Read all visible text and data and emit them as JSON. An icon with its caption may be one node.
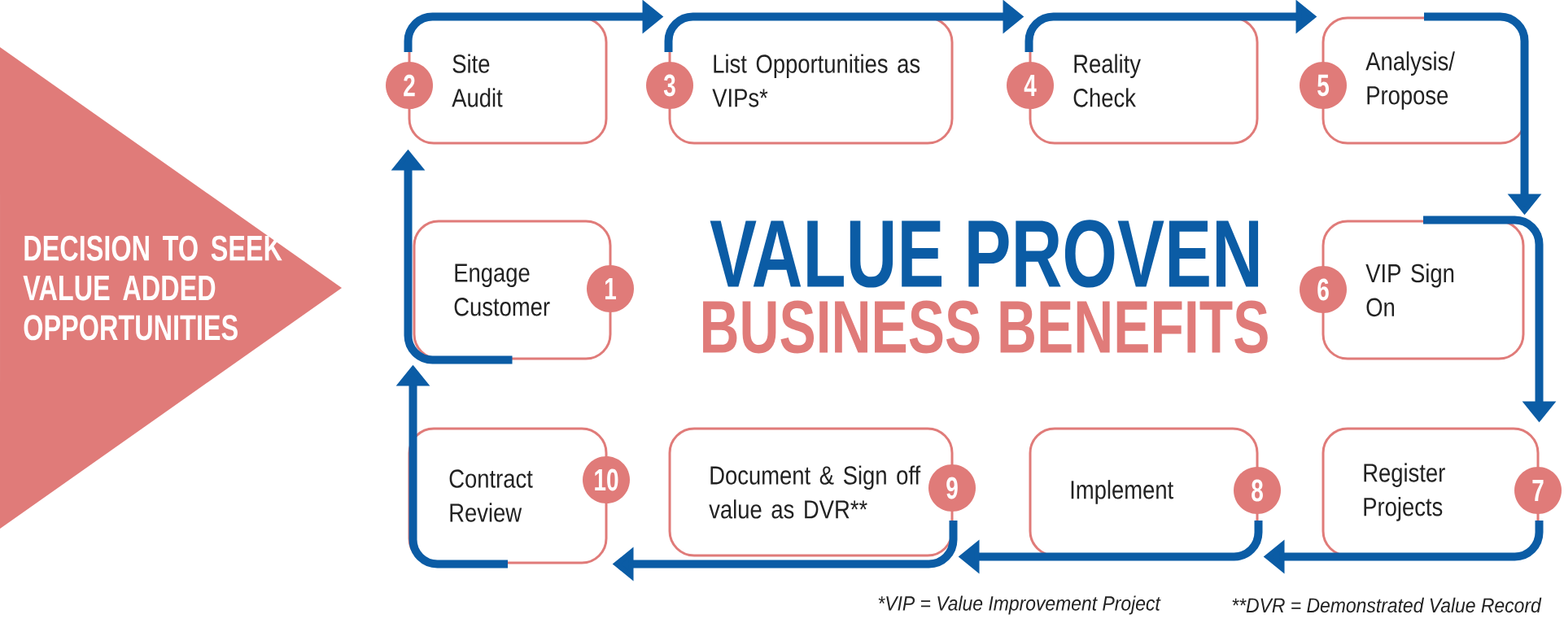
{
  "diagram": {
    "nodes": [
      {
        "text": [
          "DECISION TO SEEK VALUE ADDED OPPORTUNITIES"
        ]
      },
      {
        "text": [
          "Engage Customer",
          "1"
        ]
      },
      {
        "text": [
          "2",
          "Site Audit"
        ]
      },
      {
        "text": [
          "3",
          "List Opportunities as VIPs*"
        ]
      },
      {
        "text": [
          "4",
          "Reality Check"
        ]
      },
      {
        "text": [
          "5",
          "Analysis/ Propose"
        ]
      },
      {
        "text": [
          "6",
          "VIP Sign On"
        ]
      },
      {
        "text": [
          "Register Projects",
          "7"
        ]
      },
      {
        "text": [
          "Implement",
          "8"
        ]
      },
      {
        "text": [
          "Document & Sign off value as DVR**",
          "9"
        ]
      },
      {
        "text": [
          "Contract Review",
          "10"
        ]
      }
    ],
    "edges": [
      {
        "from": 1,
        "to": 2,
        "arrow": "to"
      },
      {
        "from": 2,
        "to": 3,
        "arrow": "to"
      },
      {
        "from": 3,
        "to": 4,
        "arrow": "to"
      },
      {
        "from": 4,
        "to": 5,
        "arrow": "to"
      },
      {
        "from": 5,
        "to": 6,
        "arrow": "to"
      },
      {
        "from": 6,
        "to": 7,
        "arrow": "to"
      },
      {
        "from": 7,
        "to": 8,
        "arrow": "to"
      },
      {
        "from": 8,
        "to": 9,
        "arrow": "to"
      },
      {
        "from": 9,
        "to": 10,
        "arrow": "to"
      },
      {
        "from": 10,
        "to": 1,
        "arrow": "to"
      }
    ],
    "labels": [
      "VALUE PROVEN",
      "BUSINESS BENEFITS",
      "*VIP = Value Improvement Project",
      "**DVR = Demonstrated Value Record"
    ]
  }
}
